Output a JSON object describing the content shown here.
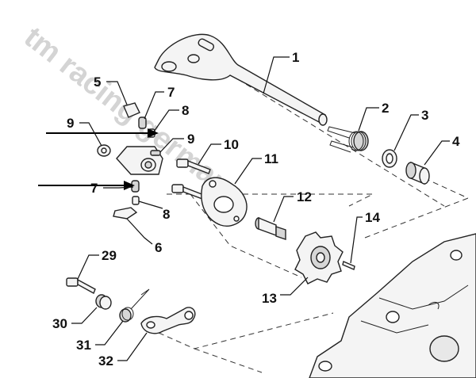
{
  "watermark": "tm racing germany",
  "callouts": [
    {
      "id": "c1",
      "label": "1"
    },
    {
      "id": "c2",
      "label": "2"
    },
    {
      "id": "c3",
      "label": "3"
    },
    {
      "id": "c4",
      "label": "4"
    },
    {
      "id": "c5",
      "label": "5"
    },
    {
      "id": "c6",
      "label": "6"
    },
    {
      "id": "c7a",
      "label": "7"
    },
    {
      "id": "c7b",
      "label": "7"
    },
    {
      "id": "c8a",
      "label": "8"
    },
    {
      "id": "c8b",
      "label": "8"
    },
    {
      "id": "c9a",
      "label": "9"
    },
    {
      "id": "c9b",
      "label": "9"
    },
    {
      "id": "c10",
      "label": "10"
    },
    {
      "id": "c11",
      "label": "11"
    },
    {
      "id": "c12",
      "label": "12"
    },
    {
      "id": "c13",
      "label": "13"
    },
    {
      "id": "c14",
      "label": "14"
    },
    {
      "id": "c29",
      "label": "29"
    },
    {
      "id": "c30",
      "label": "30"
    },
    {
      "id": "c31",
      "label": "31"
    },
    {
      "id": "c32",
      "label": "32"
    }
  ]
}
